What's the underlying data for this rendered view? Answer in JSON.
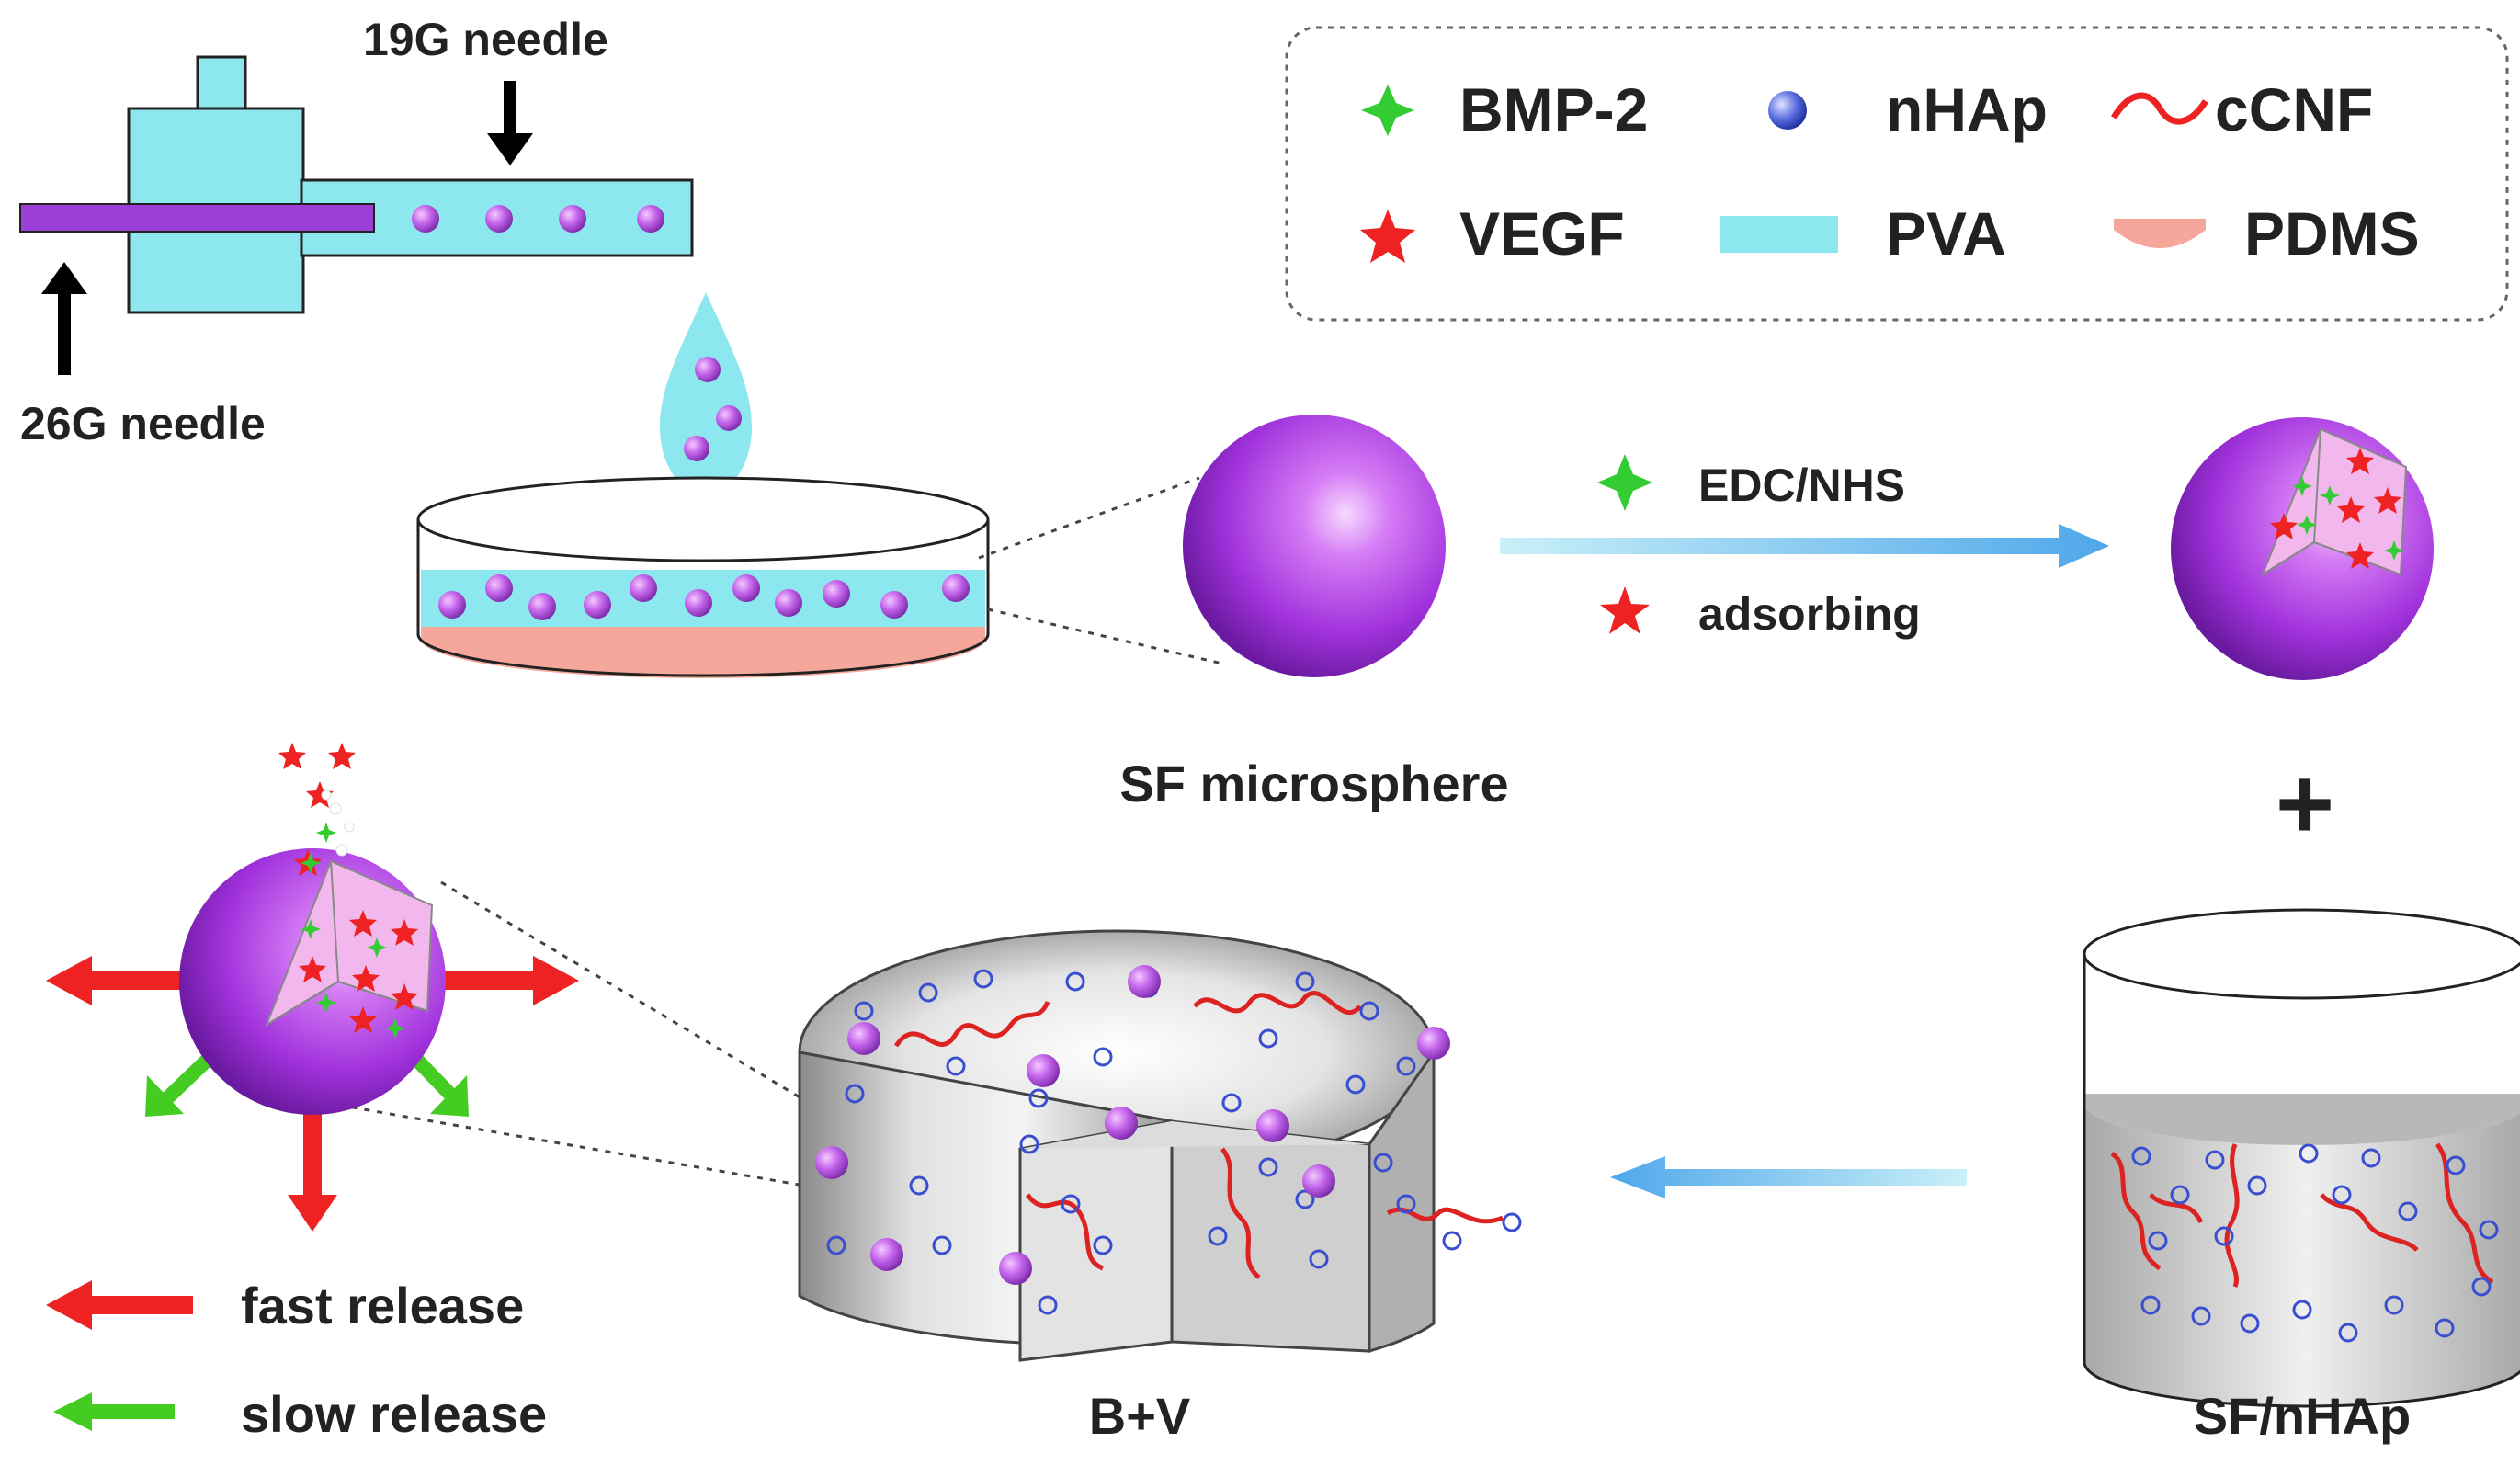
{
  "needles": {
    "top_label": "19G needle",
    "bottom_label": "26G needle"
  },
  "legend": {
    "items": [
      {
        "label": "BMP-2",
        "icon": "green-star-icon"
      },
      {
        "label": "nHAp",
        "icon": "blue-ring-icon"
      },
      {
        "label": "cCNF",
        "icon": "red-wave-icon"
      },
      {
        "label": "VEGF",
        "icon": "red-star-icon"
      },
      {
        "label": "PVA",
        "icon": "cyan-bar-icon"
      },
      {
        "label": "PDMS",
        "icon": "pink-dish-icon"
      }
    ]
  },
  "process": {
    "step_green": "EDC/NHS",
    "step_red": "adsorbing"
  },
  "labels": {
    "microsphere": "SF microsphere",
    "plus": "+",
    "composite": "B+V",
    "solution": "SF/nHAp",
    "fast_release": "fast release",
    "slow_release": "slow release"
  },
  "colors": {
    "pva": "#8ce8ee",
    "pdms": "#f4a79a",
    "sphere": "#a333d9",
    "green_star": "#33cc33",
    "red_star": "#ee2222",
    "nhap": "#3a4fd0",
    "ccnf": "#dd2222",
    "arrow_blue": "#5bb7ee"
  }
}
